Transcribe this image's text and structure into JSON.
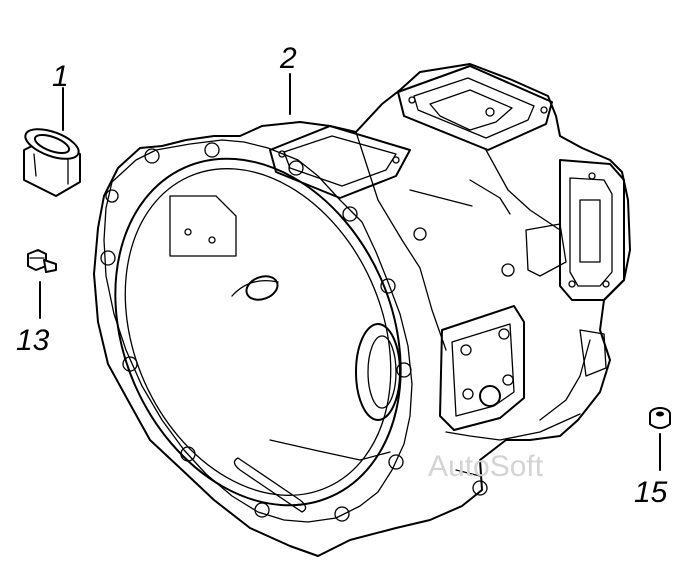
{
  "callouts": [
    {
      "id": "1",
      "label": "1"
    },
    {
      "id": "2",
      "label": "2"
    },
    {
      "id": "13",
      "label": "13"
    },
    {
      "id": "15",
      "label": "15"
    }
  ],
  "watermark": "AutoSoft"
}
